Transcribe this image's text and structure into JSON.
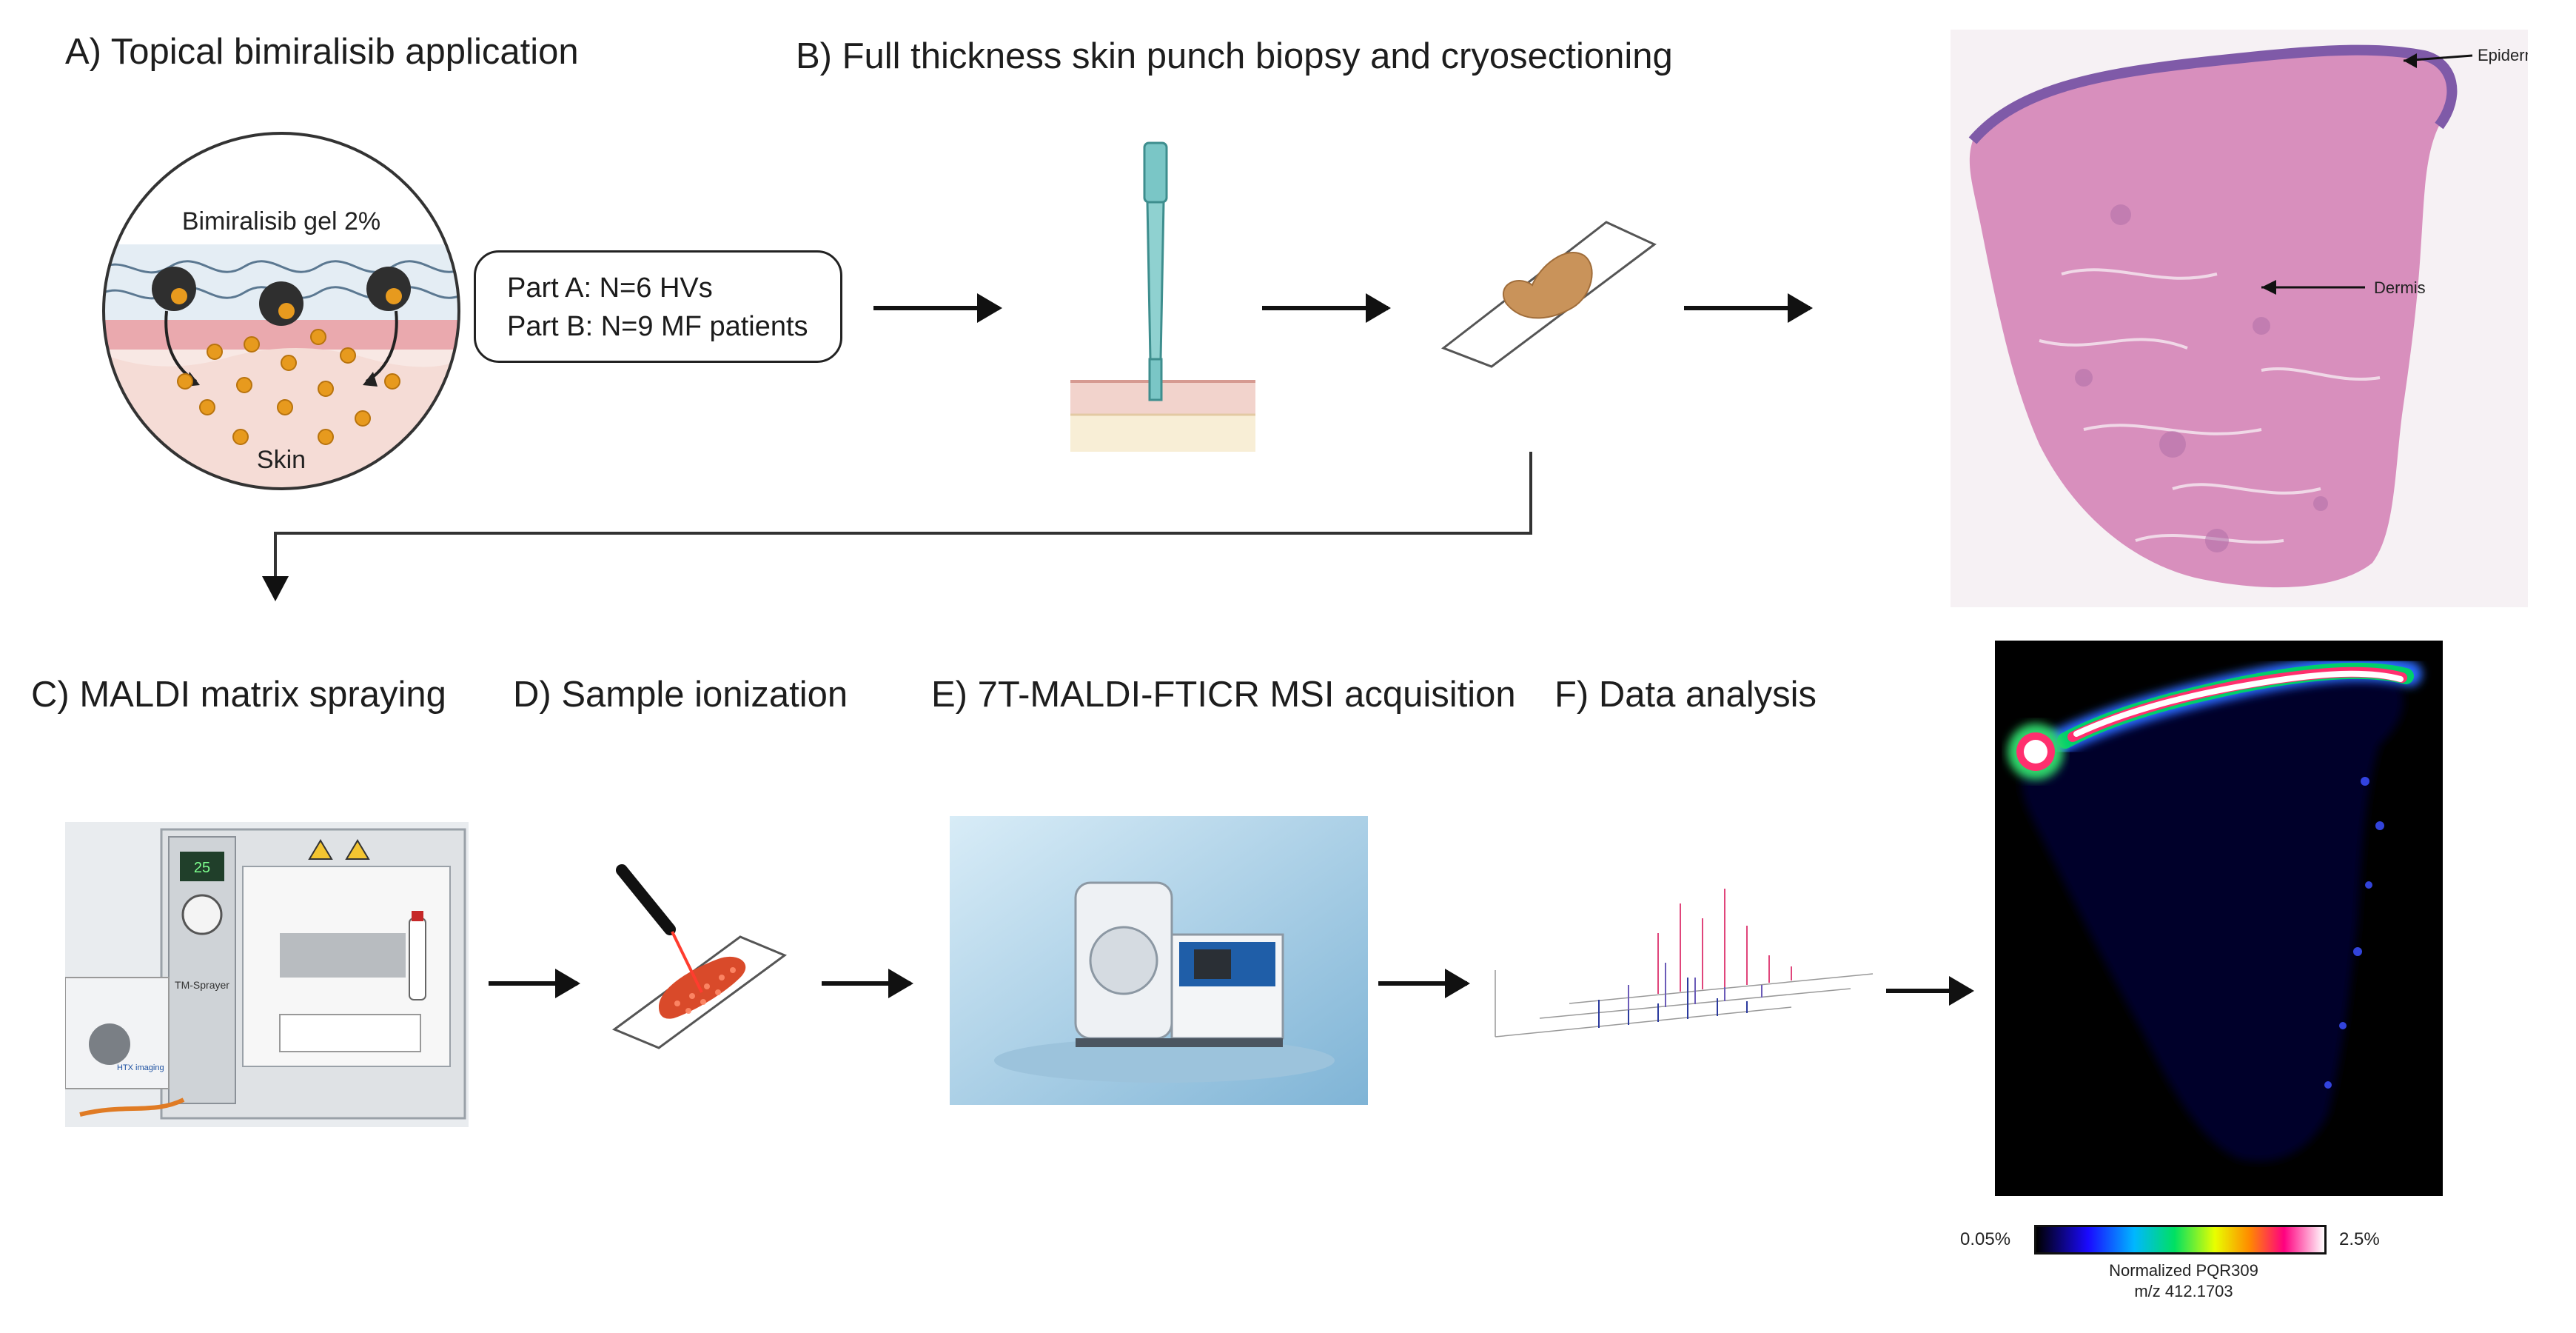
{
  "titles": {
    "a": "A) Topical bimiralisib application",
    "b": "B) Full thickness skin punch biopsy and cryosectioning",
    "c": "C) MALDI matrix spraying",
    "d": "D) Sample ionization",
    "e": "E) 7T-MALDI-FTICR MSI acquisition",
    "f": "F) Data analysis"
  },
  "skin_diagram": {
    "gel_label": "Bimiralisib gel 2%",
    "skin_label": "Skin"
  },
  "participants": {
    "part_a": "Part A: N=6 HVs",
    "part_b": "Part B: N=9 MF patients"
  },
  "histology": {
    "epidermis_label": "Epidermis",
    "dermis_label": "Dermis"
  },
  "instrument": {
    "sprayer_label": "TM-Sprayer",
    "brand_label": "HTX imaging"
  },
  "colorbar": {
    "min_label": "0.05%",
    "max_label": "2.5%",
    "caption_line1": "Normalized PQR309",
    "caption_line2": "m/z 412.1703"
  },
  "colors": {
    "arrow": "#111111",
    "tissue_pink": "#d98fbf",
    "drug_dot": "#e79a1e",
    "msi_background": "#000000"
  }
}
